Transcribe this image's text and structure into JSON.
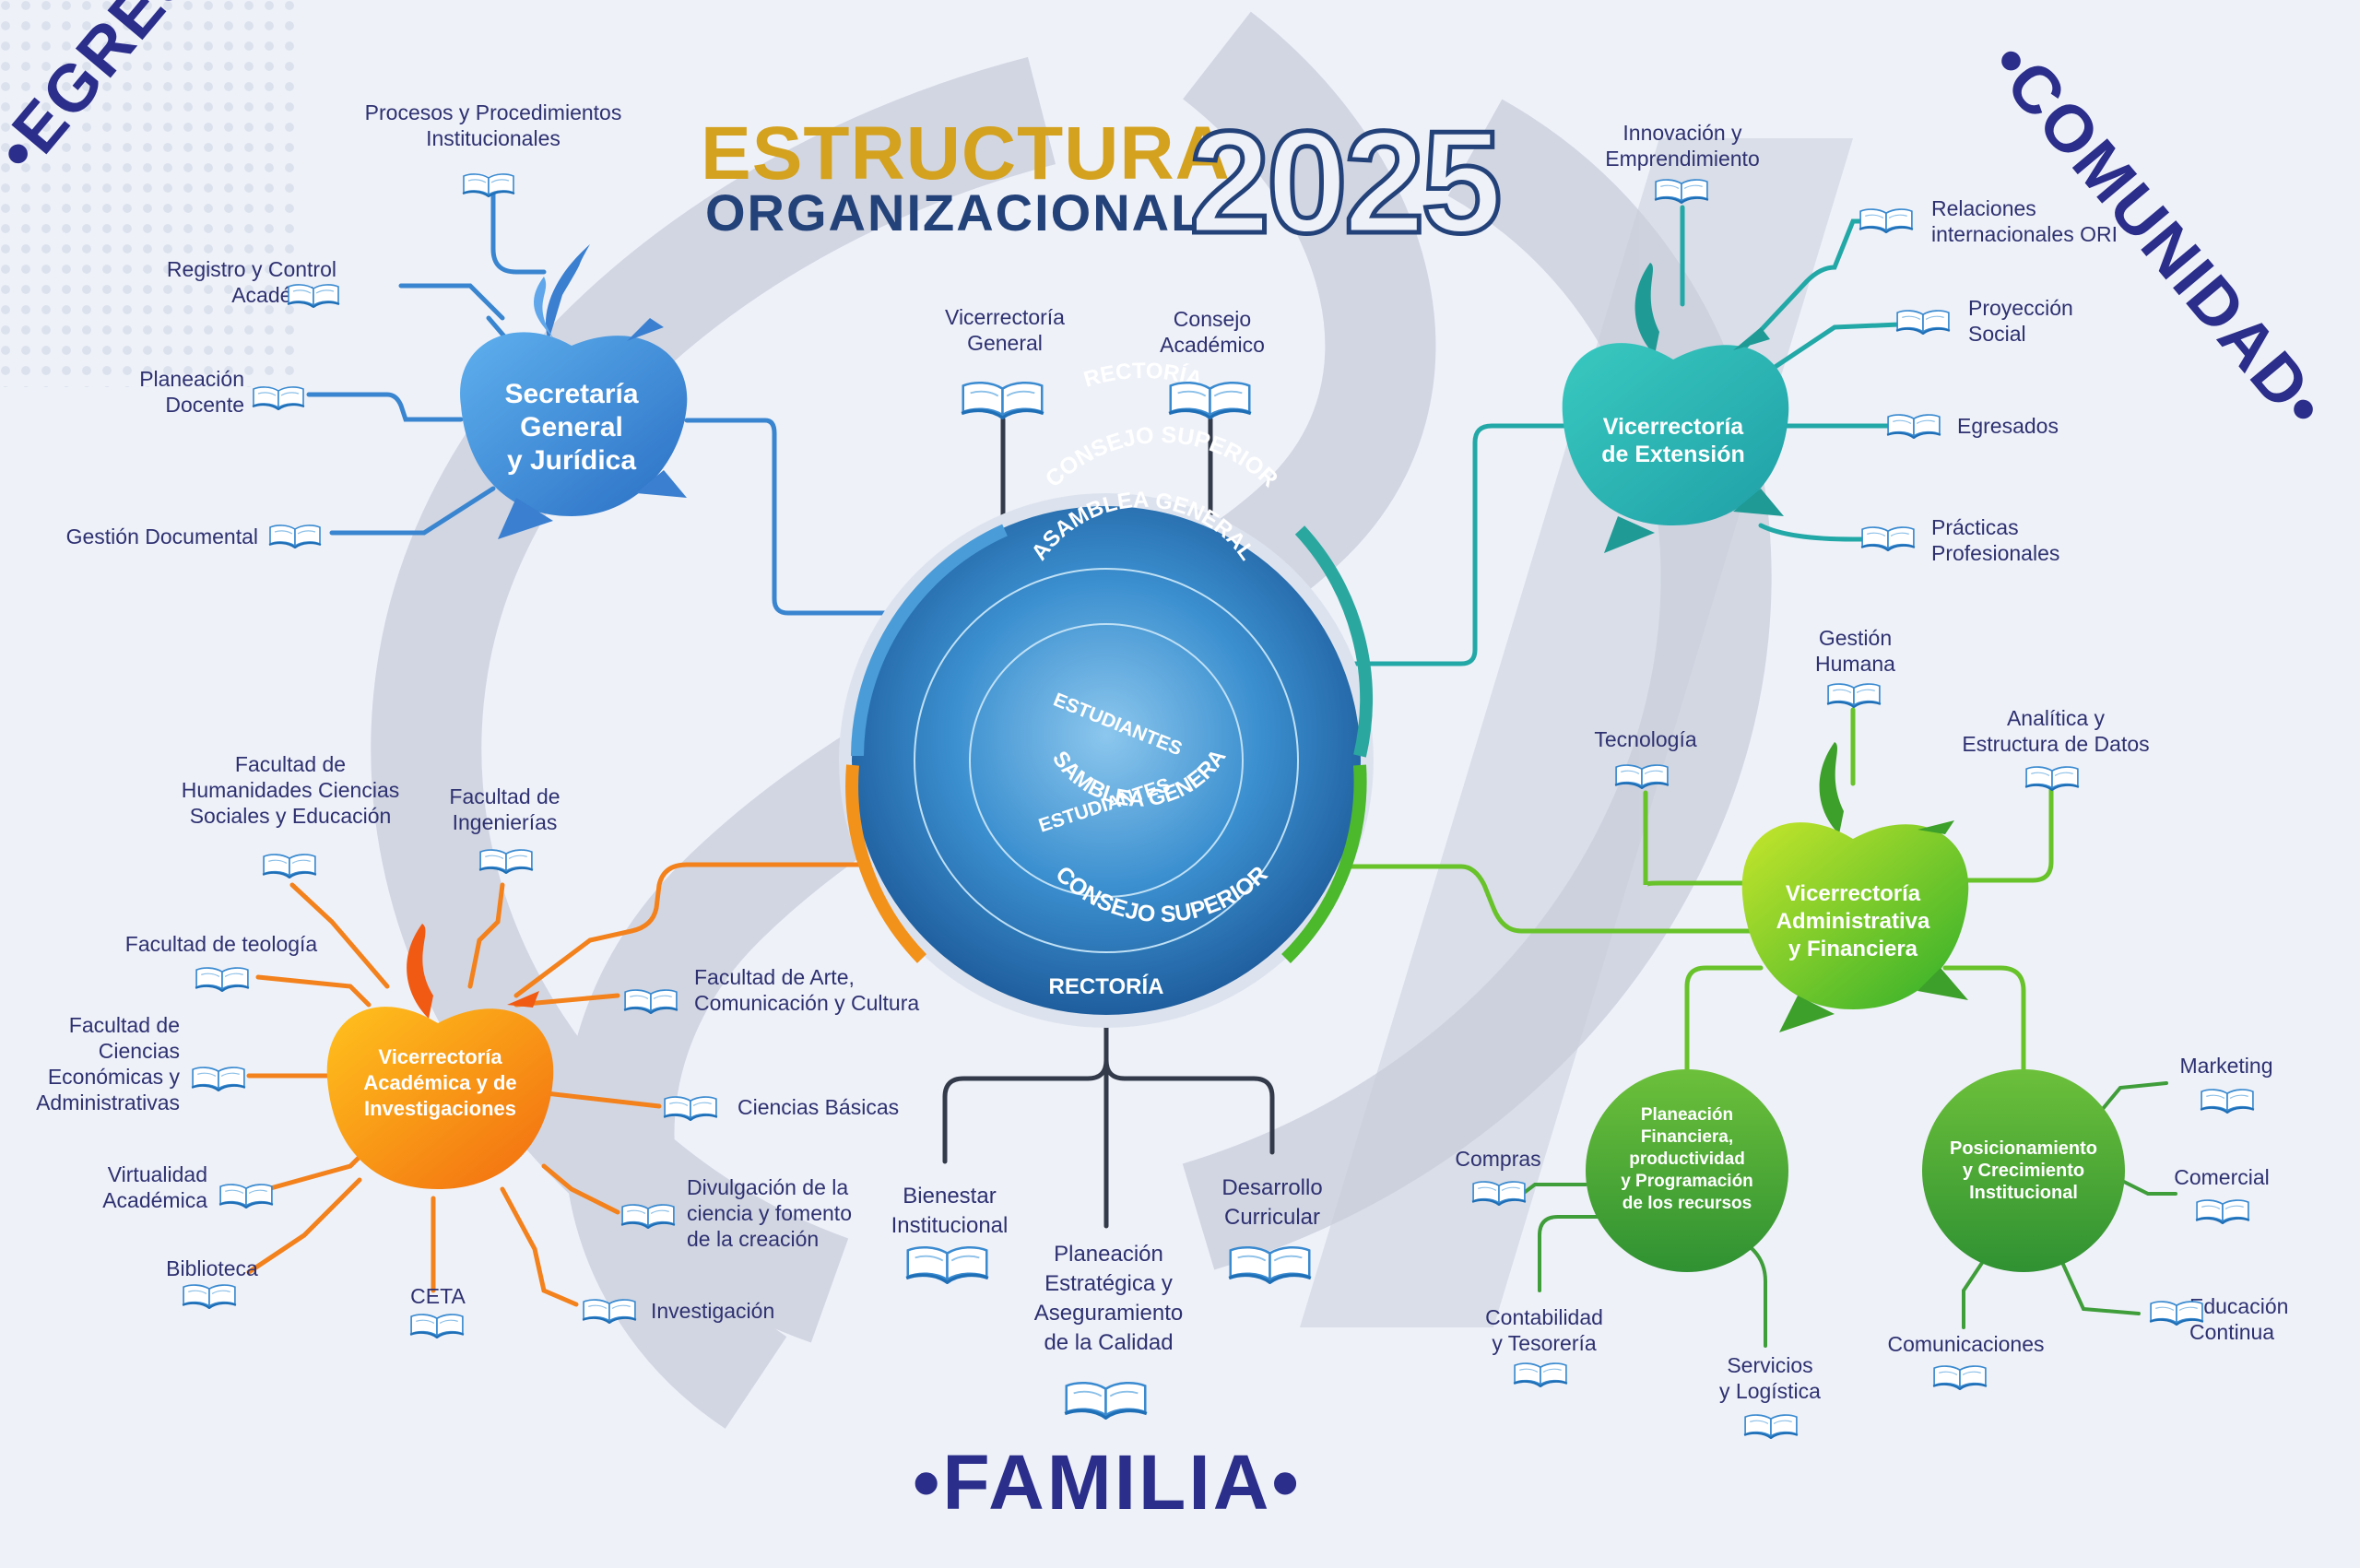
{
  "title": {
    "line1": "ESTRUCTURA",
    "line2": "ORGANIZACIONAL",
    "year": "2025"
  },
  "corners": {
    "top_left": "•EGRESADOS•",
    "top_right": "•COMUNIDAD•",
    "bottom": "•FAMILIA•"
  },
  "center": {
    "rectoria_top": "RECTORÍA",
    "consejo_top": "CONSEJO SUPERIOR",
    "asamblea_top": "ASAMBLEA GENERAL",
    "estudiantes_top": "ESTUDIANTES",
    "estudiantes_bottom": "ESTUDIANTES",
    "asamblea_bottom": "ASAMBLEA GENERAL",
    "consejo_bottom": "CONSEJO SUPERIOR",
    "rectoria_bottom": "RECTORÍA"
  },
  "top_units": {
    "vicerrectoria_general": "Vicerrectoría\nGeneral",
    "consejo_academico": "Consejo\nAcadémico"
  },
  "secretaria": {
    "name": "Secretaría\nGeneral\ny Jurídica",
    "procesos": "Procesos y Procedimientos\nInstitucionales",
    "registro": "Registro y Control\nAcadémico",
    "planeacion_docente": "Planeación\nDocente",
    "gestion_documental": "Gestión Documental"
  },
  "extension": {
    "name": "Vicerrectoría\nde Extensión",
    "innovacion": "Innovación y\nEmprendimiento",
    "relaciones": "Relaciones\ninternacionales ORI",
    "proyeccion": "Proyección\nSocial",
    "egresados": "Egresados",
    "practicas": "Prácticas\nProfesionales"
  },
  "administrativa": {
    "name": "Vicerrectoría\nAdministrativa\ny Financiera",
    "gestion_humana": "Gestión\nHumana",
    "tecnologia": "Tecnología",
    "analitica": "Analítica y\nEstructura de Datos",
    "planeacion_financiera": "Planeación\nFinanciera,\nproductividad\ny Programación\nde los recursos",
    "posicionamiento": "Posicionamiento\ny Crecimiento\nInstitucional",
    "compras": "Compras",
    "contabilidad": "Contabilidad\ny Tesorería",
    "servicios": "Servicios\ny Logística",
    "marketing": "Marketing",
    "comercial": "Comercial",
    "educacion": "Educación\nContinua",
    "comunicaciones": "Comunicaciones"
  },
  "academica": {
    "name": "Vicerrectoría\nAcadémica y de\nInvestigaciones",
    "humanidades": "Facultad de\nHumanidades Ciencias\nSociales y Educación",
    "ingenierias": "Facultad de\nIngenierías",
    "teologia": "Facultad de teología",
    "arte": "Facultad de Arte,\nComunicación y Cultura",
    "economicas": "Facultad de\nCiencias\nEconómicas y\nAdministrativas",
    "basicas": "Ciencias Básicas",
    "virtualidad": "Virtualidad\nAcadémica",
    "divulgacion": "Divulgación de la\nciencia y fomento\nde la creación",
    "biblioteca": "Biblioteca",
    "ceta": "CETA",
    "investigacion": "Investigación"
  },
  "rectoria_units": {
    "bienestar": "Bienestar\nInstitucional",
    "planeacion": "Planeación\nEstratégica y\nAseguramiento\nde la Calidad",
    "desarrollo": "Desarrollo\nCurricular"
  },
  "colors": {
    "navy": "#2b2e8a",
    "gold": "#d4a21f",
    "secretaria": "#3f8fd6",
    "extension": "#2bb5b0",
    "administrativa": "#5cc62a",
    "academica": "#f58a12",
    "center": "#2f7fc1"
  },
  "icons": {
    "book": "open-book-icon",
    "flame": "flame-icon",
    "apple": "apple-icon"
  }
}
